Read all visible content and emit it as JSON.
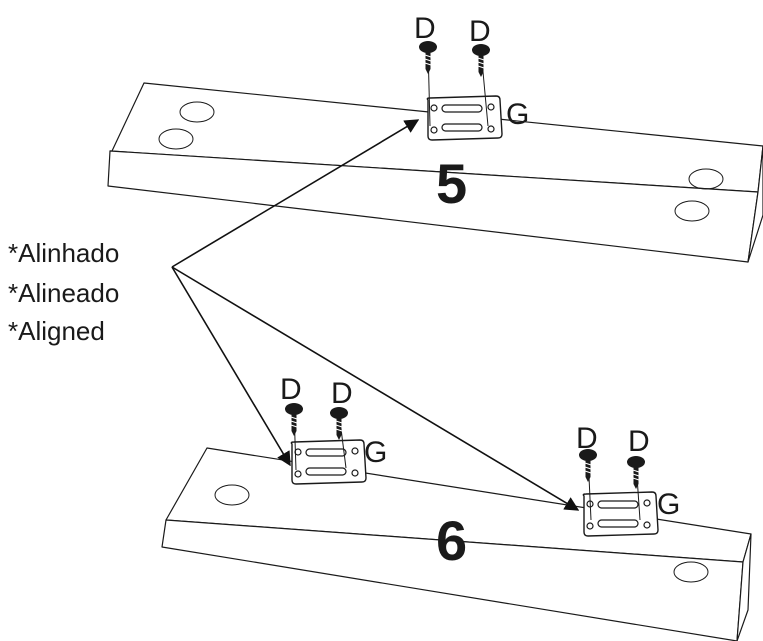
{
  "labels": {
    "screw_part": "D",
    "bracket_part": "G"
  },
  "panels": {
    "top_number": "5",
    "bottom_number": "6"
  },
  "note": {
    "line1": "*Alinhado",
    "line2": "*Alineado",
    "line3": "*Aligned"
  }
}
